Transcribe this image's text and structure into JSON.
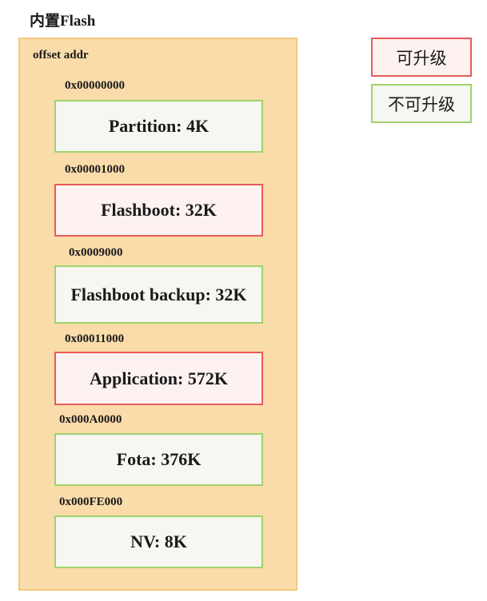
{
  "title": "内置Flash",
  "region_label": "offset addr",
  "partitions": [
    {
      "address": "0x00000000",
      "label": "Partition: 4K",
      "upgradable": false
    },
    {
      "address": "0x00001000",
      "label": "Flashboot: 32K",
      "upgradable": true
    },
    {
      "address": "0x0009000",
      "label": "Flashboot backup: 32K",
      "upgradable": false
    },
    {
      "address": "0x00011000",
      "label": "Application: 572K",
      "upgradable": true
    },
    {
      "address": "0x000A0000",
      "label": "Fota: 376K",
      "upgradable": false
    },
    {
      "address": "0x000FE000",
      "label": "NV: 8K",
      "upgradable": false
    }
  ],
  "legend": {
    "upgradable": "可升级",
    "not_upgradable": "不可升级"
  },
  "colors": {
    "flash_background": "#f9dcaa",
    "flash_border": "#f4c77a",
    "upgradable_border": "#ea5a5a",
    "upgradable_fill": "#fdf2f0",
    "fixed_border": "#9fd36a",
    "fixed_fill": "#f5f7f0"
  }
}
